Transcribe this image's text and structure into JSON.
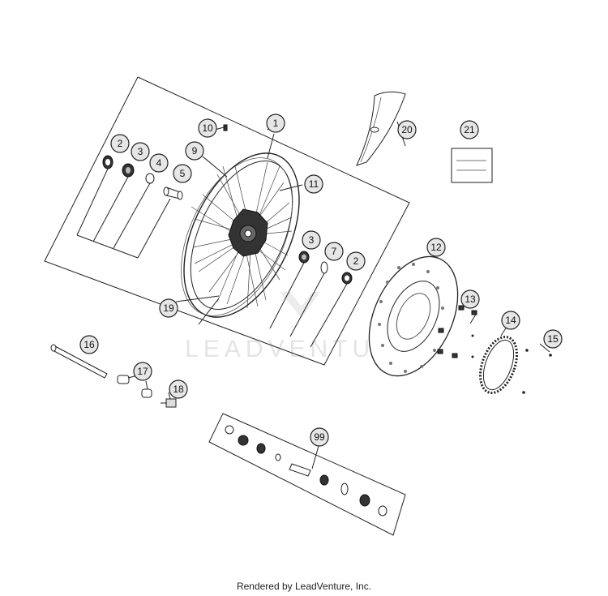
{
  "callouts": [
    {
      "id": "c1",
      "label": "1"
    },
    {
      "id": "c2a",
      "label": "2"
    },
    {
      "id": "c3a",
      "label": "3"
    },
    {
      "id": "c4",
      "label": "4"
    },
    {
      "id": "c5",
      "label": "5"
    },
    {
      "id": "c9",
      "label": "9"
    },
    {
      "id": "c10",
      "label": "10"
    },
    {
      "id": "c11",
      "label": "11"
    },
    {
      "id": "c3b",
      "label": "3"
    },
    {
      "id": "c7",
      "label": "7"
    },
    {
      "id": "c2b",
      "label": "2"
    },
    {
      "id": "c19",
      "label": "19"
    },
    {
      "id": "c20",
      "label": "20"
    },
    {
      "id": "c21",
      "label": "21"
    },
    {
      "id": "c12",
      "label": "12"
    },
    {
      "id": "c13",
      "label": "13"
    },
    {
      "id": "c14",
      "label": "14"
    },
    {
      "id": "c15",
      "label": "15"
    },
    {
      "id": "c16",
      "label": "16"
    },
    {
      "id": "c17",
      "label": "17"
    },
    {
      "id": "c18",
      "label": "18"
    },
    {
      "id": "c99",
      "label": "99"
    }
  ],
  "watermark": "LEADVENTURE",
  "footer": "Rendered by LeadVenture, Inc."
}
